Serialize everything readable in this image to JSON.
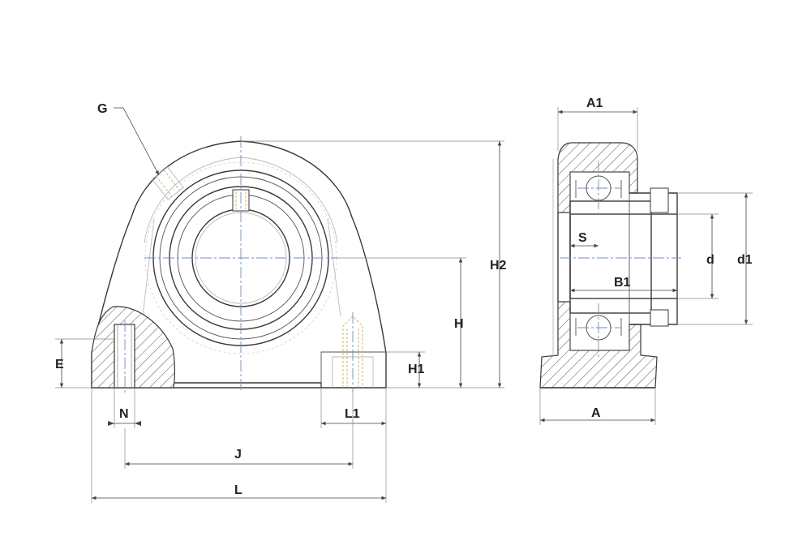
{
  "labels": {
    "G": "G",
    "A1": "A1",
    "H2": "H2",
    "H": "H",
    "H1": "H1",
    "E": "E",
    "N": "N",
    "L1": "L1",
    "J": "J",
    "L": "L",
    "S": "S",
    "B1": "B1",
    "d": "d",
    "d1": "d1",
    "A": "A"
  },
  "colors": {
    "outline": "#3a3a3a",
    "centerline": "#6f8fb8",
    "thread_marking": "#c8b64a"
  }
}
